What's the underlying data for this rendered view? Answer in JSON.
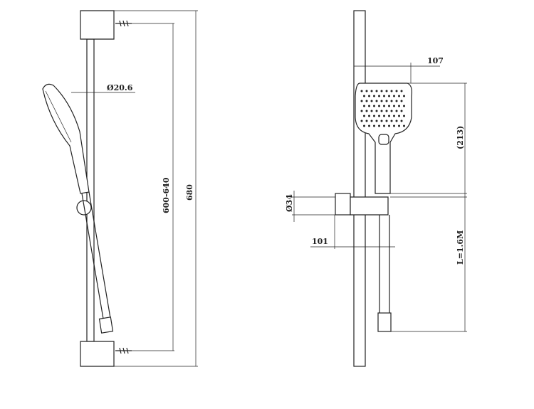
{
  "left_view": {
    "rod_diameter": "Ø20.6",
    "bracket_spacing": "600-640",
    "total_height": "680"
  },
  "right_view": {
    "head_depth": "107",
    "head_height": "(213)",
    "holder_diameter": "Ø34",
    "holder_projection": "101",
    "hose_length": "L=1.6M"
  }
}
